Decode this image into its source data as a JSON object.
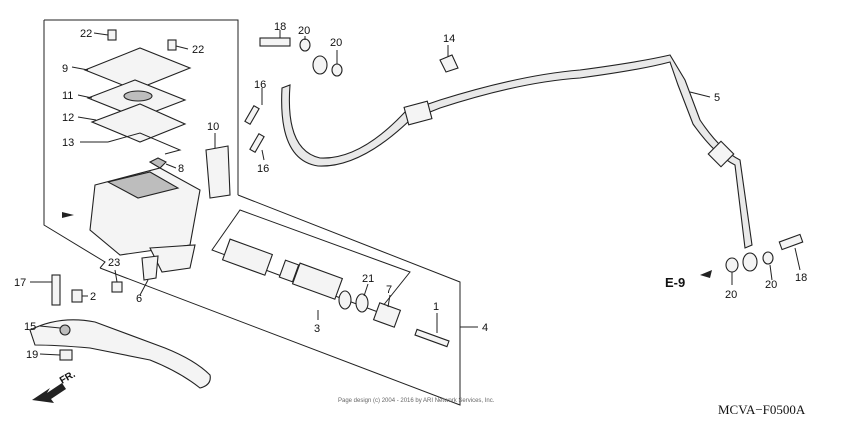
{
  "callouts": {
    "c1": "1",
    "c2": "2",
    "c3": "3",
    "c4": "4",
    "c5": "5",
    "c6": "6",
    "c7": "7",
    "c8": "8",
    "c9": "9",
    "c10": "10",
    "c11": "11",
    "c12": "12",
    "c13": "13",
    "c14": "14",
    "c15": "15",
    "c16a": "16",
    "c16b": "16",
    "c17": "17",
    "c18a": "18",
    "c18b": "18",
    "c19": "19",
    "c20a": "20",
    "c20b": "20",
    "c20c": "20",
    "c20d": "20",
    "c21": "21",
    "c22a": "22",
    "c22b": "22",
    "c23": "23"
  },
  "ref_label": "E-9",
  "front_label": "FR.",
  "copyright": "Page design (c) 2004 - 2016 by ARI Network Services, Inc.",
  "diagram_code": "MCVA−F0500A"
}
